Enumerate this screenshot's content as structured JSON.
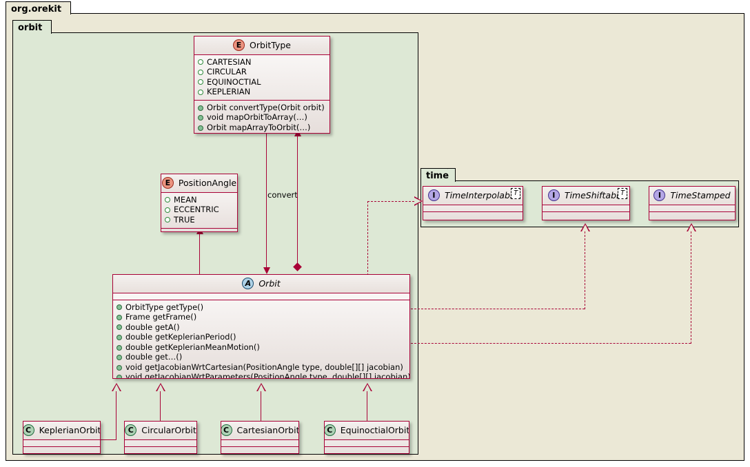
{
  "diagram": {
    "kind": "uml-class-diagram",
    "colors": {
      "border": "#a80036",
      "package_outer_bg": "#ebe8d6",
      "package_inner_bg": "#dde8d5",
      "node_bg": "#e6dedb",
      "enum_badge": "#eb937f",
      "abstract_badge": "#add1e6",
      "interface_badge": "#b4a7e5",
      "class_badge": "#add1b4"
    }
  },
  "packages": {
    "outer": {
      "label": "org.orekit"
    },
    "orbit": {
      "label": "orbit"
    },
    "time": {
      "label": "time"
    }
  },
  "nodes": {
    "orbit_type": {
      "name": "OrbitType",
      "stereotype_letter": "E",
      "kind": "enum",
      "fields": [
        {
          "label": "CARTESIAN",
          "visibility": "public-field"
        },
        {
          "label": "CIRCULAR",
          "visibility": "public-field"
        },
        {
          "label": "EQUINOCTIAL",
          "visibility": "public-field"
        },
        {
          "label": "KEPLERIAN",
          "visibility": "public-field"
        }
      ],
      "methods": [
        {
          "label": "Orbit convertType(Orbit orbit)",
          "visibility": "public-method"
        },
        {
          "label": "void mapOrbitToArray(…)",
          "visibility": "public-method"
        },
        {
          "label": "Orbit mapArrayToOrbit(…)",
          "visibility": "public-method"
        }
      ]
    },
    "position_angle": {
      "name": "PositionAngle",
      "stereotype_letter": "E",
      "kind": "enum",
      "fields": [
        {
          "label": "MEAN",
          "visibility": "public-field"
        },
        {
          "label": "ECCENTRIC",
          "visibility": "public-field"
        },
        {
          "label": "TRUE",
          "visibility": "public-field"
        }
      ],
      "methods": []
    },
    "orbit": {
      "name": "Orbit",
      "stereotype_letter": "A",
      "kind": "abstract-class",
      "fields": [],
      "methods": [
        {
          "label": "OrbitType getType()",
          "visibility": "public-method"
        },
        {
          "label": "Frame getFrame()",
          "visibility": "public-method"
        },
        {
          "label": "double getA()",
          "visibility": "public-method"
        },
        {
          "label": "double getKeplerianPeriod()",
          "visibility": "public-method"
        },
        {
          "label": "double getKeplerianMeanMotion()",
          "visibility": "public-method"
        },
        {
          "label": "double get…()",
          "visibility": "public-method"
        },
        {
          "label": "void getJacobianWrtCartesian(PositionAngle type, double[][] jacobian)",
          "visibility": "public-method"
        },
        {
          "label": "void getJacobianWrtParameters(PositionAngle type, double[][] jacobian)",
          "visibility": "public-method"
        }
      ]
    },
    "time_interpolable": {
      "name": "TimeInterpolable",
      "stereotype_letter": "I",
      "kind": "interface",
      "type_parameter": "T"
    },
    "time_shiftable": {
      "name": "TimeShiftable",
      "stereotype_letter": "I",
      "kind": "interface",
      "type_parameter": "T"
    },
    "time_stamped": {
      "name": "TimeStamped",
      "stereotype_letter": "I",
      "kind": "interface",
      "type_parameter": ""
    },
    "keplerian_orbit": {
      "name": "KeplerianOrbit",
      "stereotype_letter": "C",
      "kind": "class"
    },
    "circular_orbit": {
      "name": "CircularOrbit",
      "stereotype_letter": "C",
      "kind": "class"
    },
    "cartesian_orbit": {
      "name": "CartesianOrbit",
      "stereotype_letter": "C",
      "kind": "class"
    },
    "equinoctial_orbit": {
      "name": "EquinoctialOrbit",
      "stereotype_letter": "C",
      "kind": "class"
    }
  },
  "edges": {
    "convert": {
      "label": "convert",
      "from": "OrbitType",
      "to": "Orbit",
      "type": "directed-association"
    },
    "composition": {
      "label": "",
      "from": "Orbit",
      "to": "OrbitType",
      "type": "composition"
    },
    "position_angle_use": {
      "label": "",
      "from": "Orbit",
      "to": "PositionAngle",
      "type": "directed-association"
    },
    "realize_interpolable": {
      "label": "",
      "from": "Orbit",
      "to": "TimeInterpolable",
      "type": "realization"
    },
    "realize_shiftable": {
      "label": "",
      "from": "Orbit",
      "to": "TimeShiftable",
      "type": "realization"
    },
    "realize_stamped": {
      "label": "",
      "from": "Orbit",
      "to": "TimeStamped",
      "type": "realization"
    },
    "extends_keplerian": {
      "label": "",
      "from": "KeplerianOrbit",
      "to": "Orbit",
      "type": "generalization"
    },
    "extends_circular": {
      "label": "",
      "from": "CircularOrbit",
      "to": "Orbit",
      "type": "generalization"
    },
    "extends_cartesian": {
      "label": "",
      "from": "CartesianOrbit",
      "to": "Orbit",
      "type": "generalization"
    },
    "extends_equinoctial": {
      "label": "",
      "from": "EquinoctialOrbit",
      "to": "Orbit",
      "type": "generalization"
    }
  }
}
